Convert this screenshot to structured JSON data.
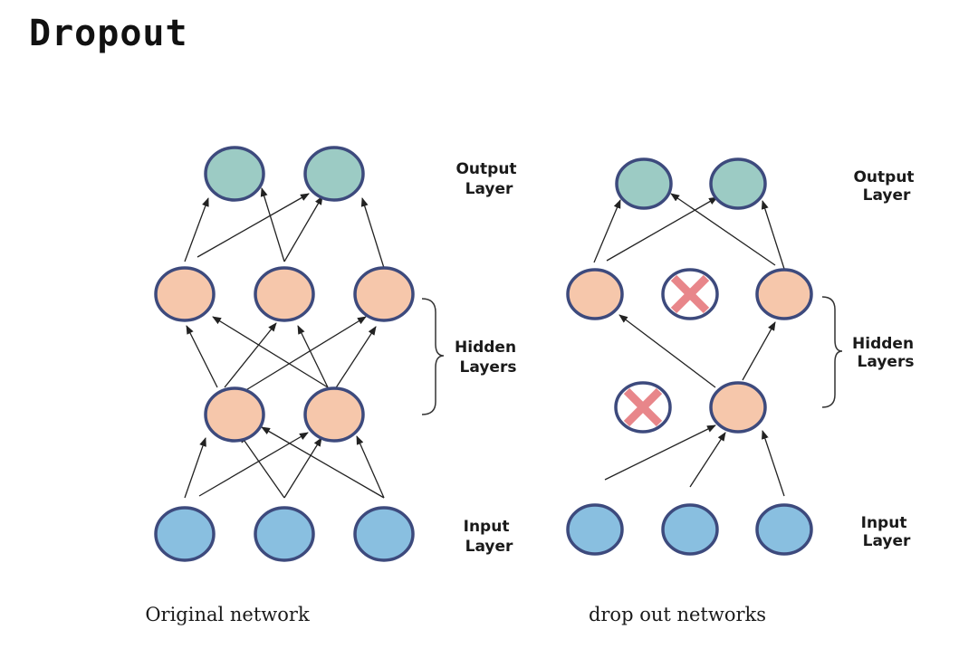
{
  "title": "Dropout",
  "colors": {
    "output_node": "#9ccbc4",
    "hidden_node": "#f6c7ab",
    "input_node": "#89bfe0",
    "node_stroke": "#3d4a7d",
    "drop_mark": "#e8868a",
    "edge": "#222222"
  },
  "left": {
    "caption": "Original network",
    "labels": {
      "output": [
        "Output",
        "Layer"
      ],
      "hidden": [
        "Hidden",
        "Layers"
      ],
      "input": [
        "Input",
        "Layer"
      ]
    }
  },
  "right": {
    "caption": "drop out networks",
    "labels": {
      "output": [
        "Output",
        "Layer"
      ],
      "hidden": [
        "Hidden",
        "Layers"
      ],
      "input": [
        "Input",
        "Layer"
      ]
    },
    "dropped_nodes": [
      "hidden2-node-2",
      "hidden1-node-1"
    ]
  }
}
